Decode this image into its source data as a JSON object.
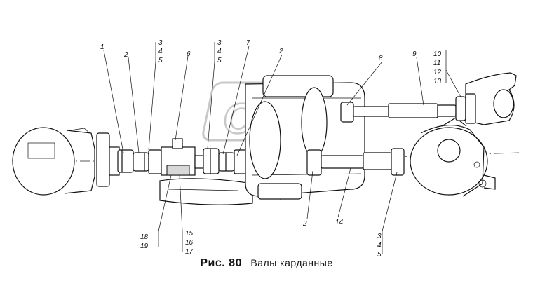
{
  "caption": {
    "figure": "Рис. 80",
    "title": "Валы карданные"
  },
  "watermark": "CPEX",
  "callouts": {
    "c1": "1",
    "c2a": "2",
    "c3a": "3",
    "c4a": "4",
    "c5a": "5",
    "c6": "6",
    "c3b": "3",
    "c4b": "4",
    "c5b": "5",
    "c7": "7",
    "c2b": "2",
    "c8": "8",
    "c9": "9",
    "c10": "10",
    "c11": "11",
    "c12": "12",
    "c13": "13",
    "c2c": "2",
    "c14": "14",
    "c3c": "3",
    "c4c": "4",
    "c5c": "5",
    "c18": "18",
    "c19": "19",
    "c15": "15",
    "c16": "16",
    "c17": "17"
  }
}
